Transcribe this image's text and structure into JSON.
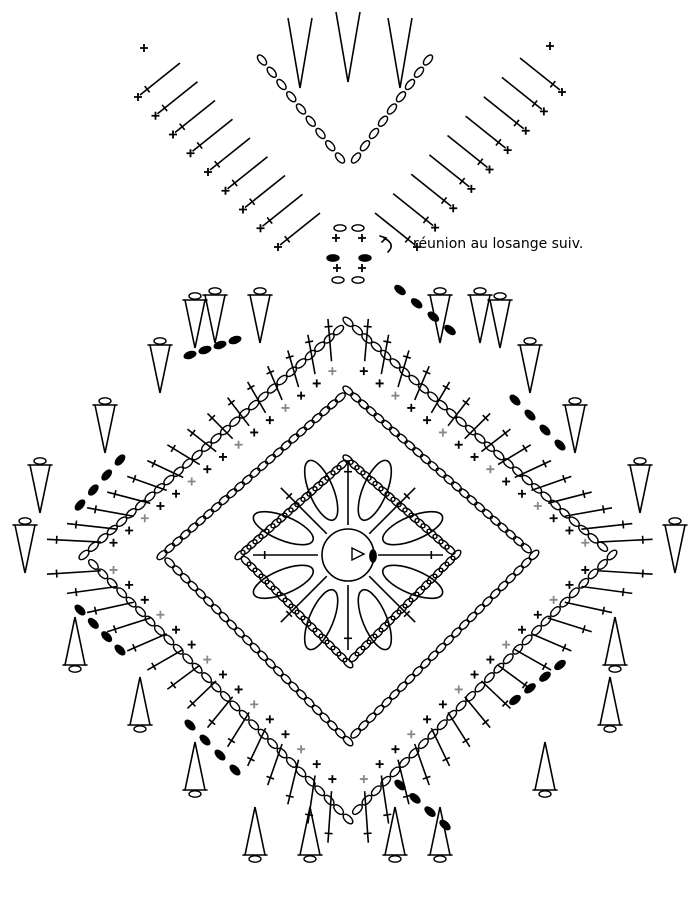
{
  "annotation": "réunion au losange suiv.",
  "colors": {
    "stitch": "#000000",
    "highlight_stitch": "#888888",
    "background": "#ffffff"
  },
  "symbols": [
    "chain-oval",
    "single-crochet-cross",
    "double-crochet-post",
    "slip-stitch-dot",
    "join-arrow"
  ]
}
